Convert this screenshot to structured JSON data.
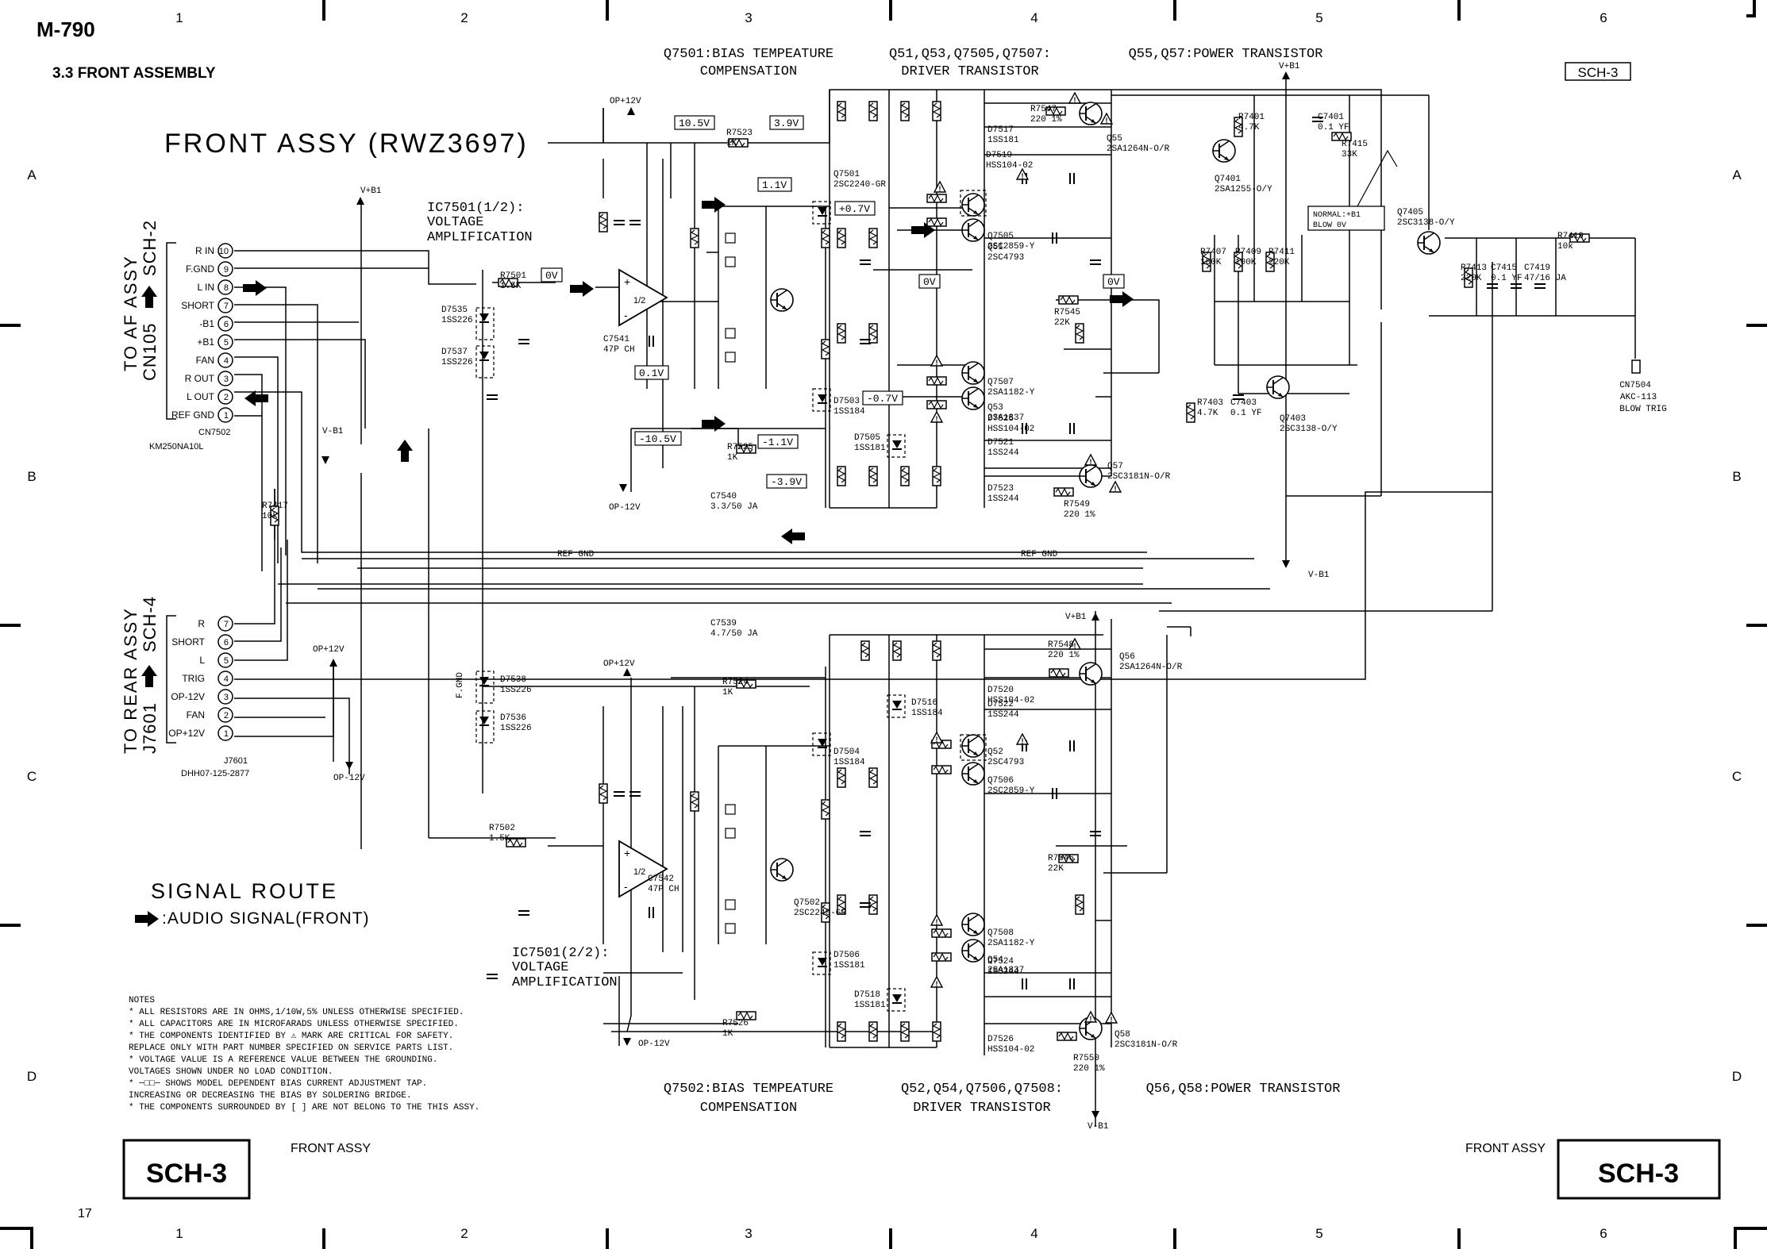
{
  "header": {
    "model": "M-790",
    "section": "3.3 FRONT ASSEMBLY",
    "sheet_tag": "SCH-3"
  },
  "grid": {
    "columns": [
      "1",
      "2",
      "3",
      "4",
      "5",
      "6"
    ],
    "rows": [
      "A",
      "B",
      "C",
      "D"
    ]
  },
  "titles": {
    "assy": "FRONT ASSY (RWZ3697)",
    "top_q7501": "Q7501:BIAS TEMPEATURE",
    "top_q7501_b": "COMPENSATION",
    "top_driver": "Q51,Q53,Q7505,Q7507:",
    "top_driver_b": "DRIVER TRANSISTOR",
    "top_power": "Q55,Q57:POWER TRANSISTOR",
    "bot_q7502": "Q7502:BIAS TEMPEATURE",
    "bot_q7502_b": "COMPENSATION",
    "bot_driver": "Q52,Q54,Q7506,Q7508:",
    "bot_driver_b": "DRIVER TRANSISTOR",
    "bot_power": "Q56,Q58:POWER TRANSISTOR",
    "ic_top": "IC7501(1/2):",
    "ic_top_b": "VOLTAGE",
    "ic_top_c": "AMPLIFICATION",
    "ic_bot": "IC7501(2/2):",
    "ic_bot_b": "VOLTAGE",
    "ic_bot_c": "AMPLIFICATION"
  },
  "connectors": {
    "af": {
      "label": "TO AF ASSY",
      "ref": "CN105",
      "sch": "SCH-2",
      "part": "CN7502",
      "model": "KM250NA10L",
      "pins": [
        {
          "num": "10",
          "name": "R IN"
        },
        {
          "num": "9",
          "name": "F.GND"
        },
        {
          "num": "8",
          "name": "L IN"
        },
        {
          "num": "7",
          "name": "SHORT"
        },
        {
          "num": "6",
          "name": "-B1"
        },
        {
          "num": "5",
          "name": "+B1"
        },
        {
          "num": "4",
          "name": "FAN"
        },
        {
          "num": "3",
          "name": "R OUT"
        },
        {
          "num": "2",
          "name": "L OUT"
        },
        {
          "num": "1",
          "name": "REF GND"
        }
      ]
    },
    "rear": {
      "label": "TO REAR ASSY",
      "ref": "J7601",
      "sch": "SCH-4",
      "part": "J7601",
      "model": "DHH07-125-2877",
      "pins": [
        {
          "num": "7",
          "name": "R"
        },
        {
          "num": "6",
          "name": "SHORT"
        },
        {
          "num": "5",
          "name": "L"
        },
        {
          "num": "4",
          "name": "TRIG"
        },
        {
          "num": "3",
          "name": "OP-12V"
        },
        {
          "num": "2",
          "name": "FAN"
        },
        {
          "num": "1",
          "name": "OP+12V"
        }
      ]
    },
    "cn7504": {
      "ref": "CN7504",
      "model": "AKC-113",
      "note": "BLOW TRIG"
    }
  },
  "rails": {
    "vb1_pos": "V+B1",
    "vb1_neg": "V-B1",
    "op_pos": "OP+12V",
    "op_neg": "OP-12V",
    "ref_gnd": "REF GND",
    "f_gnd": "F.GND"
  },
  "voltages": [
    "10.5V",
    "3.9V",
    "1.1V",
    "+0.7V",
    "0V",
    "0V",
    "0V",
    "-0.7V",
    "-10.5V",
    "-1.1V",
    "-3.9V",
    "0.1V"
  ],
  "normal_note": [
    "NORMAL:+B1",
    "BLOW 0V"
  ],
  "parts_top": [
    {
      "ref": "R7501",
      "val": "1.5K"
    },
    {
      "ref": "D7535",
      "val": "1SS226"
    },
    {
      "ref": "D7537",
      "val": "1SS226"
    },
    {
      "ref": "C7541",
      "val": "47P CH"
    },
    {
      "ref": "R7523",
      "val": "1K"
    },
    {
      "ref": "R7525",
      "val": "1K"
    },
    {
      "ref": "C7540",
      "val": "3.3/50 JA"
    },
    {
      "ref": "Q7501",
      "val": "2SC2240-GR"
    },
    {
      "ref": "D7503",
      "val": "1SS184"
    },
    {
      "ref": "D7505",
      "val": "1SS181"
    },
    {
      "ref": "D7517",
      "val": "1SS181"
    },
    {
      "ref": "D7519",
      "val": "HSS104-02"
    },
    {
      "ref": "D7521",
      "val": "1SS244"
    },
    {
      "ref": "D7523",
      "val": "1SS244"
    },
    {
      "ref": "D7525",
      "val": "HSS104-02"
    },
    {
      "ref": "Q51",
      "val": "2SC4793"
    },
    {
      "ref": "Q7505",
      "val": "2SC2859-Y"
    },
    {
      "ref": "Q7507",
      "val": "2SA1182-Y"
    },
    {
      "ref": "Q53",
      "val": "2SA1837"
    },
    {
      "ref": "Q55",
      "val": "2SA1264N-O/R"
    },
    {
      "ref": "Q57",
      "val": "2SC3181N-O/R"
    },
    {
      "ref": "R7547",
      "val": "220 1%"
    },
    {
      "ref": "R7549",
      "val": "220 1%"
    },
    {
      "ref": "R7545",
      "val": "22K"
    }
  ],
  "parts_bottom": [
    {
      "ref": "R7502",
      "val": "1.5K"
    },
    {
      "ref": "D7538",
      "val": "1SS226"
    },
    {
      "ref": "D7536",
      "val": "1SS226"
    },
    {
      "ref": "C7542",
      "val": "47P CH"
    },
    {
      "ref": "R7524",
      "val": "1K"
    },
    {
      "ref": "R7526",
      "val": "1K"
    },
    {
      "ref": "C7539",
      "val": "4.7/50 JA"
    },
    {
      "ref": "Q7502",
      "val": "2SC2240-GR"
    },
    {
      "ref": "D7504",
      "val": "1SS184"
    },
    {
      "ref": "D7506",
      "val": "1SS181"
    },
    {
      "ref": "D7518",
      "val": "1SS181"
    },
    {
      "ref": "D7516",
      "val": "1SS184"
    },
    {
      "ref": "D7520",
      "val": "HSS104-02"
    },
    {
      "ref": "D7522",
      "val": "1SS244"
    },
    {
      "ref": "D7524",
      "val": "1SS244"
    },
    {
      "ref": "D7526",
      "val": "HSS104-02"
    },
    {
      "ref": "Q52",
      "val": "2SC4793"
    },
    {
      "ref": "Q7506",
      "val": "2SC2859-Y"
    },
    {
      "ref": "Q7508",
      "val": "2SA1182-Y"
    },
    {
      "ref": "Q54",
      "val": "2SA1837"
    },
    {
      "ref": "Q56",
      "val": "2SA1264N-O/R"
    },
    {
      "ref": "Q58",
      "val": "2SC3181N-O/R"
    },
    {
      "ref": "R7548",
      "val": "220 1%"
    },
    {
      "ref": "R7550",
      "val": "220 1%"
    },
    {
      "ref": "R7546",
      "val": "22K"
    }
  ],
  "parts_right": [
    {
      "ref": "Q7401",
      "val": "2SA1255-O/Y"
    },
    {
      "ref": "R7401",
      "val": "4.7K"
    },
    {
      "ref": "C7401",
      "val": "0.1 YF"
    },
    {
      "ref": "R7415",
      "val": "33K"
    },
    {
      "ref": "Q7405",
      "val": "2SC3138-O/Y"
    },
    {
      "ref": "Q7403",
      "val": "2SC3138-O/Y"
    },
    {
      "ref": "R7407",
      "val": "100K"
    },
    {
      "ref": "R7409",
      "val": "100K"
    },
    {
      "ref": "R7411",
      "val": "220K"
    },
    {
      "ref": "R7403",
      "val": "4.7K"
    },
    {
      "ref": "C7403",
      "val": "0.1 YF"
    },
    {
      "ref": "R7413",
      "val": "220K"
    },
    {
      "ref": "C7415",
      "val": "0.1 YF"
    },
    {
      "ref": "C7419",
      "val": "47/16 JA"
    },
    {
      "ref": "R7419",
      "val": "10k"
    },
    {
      "ref": "R7417",
      "val": "10k"
    }
  ],
  "signal_route": {
    "title": "SIGNAL ROUTE",
    "item": ":AUDIO SIGNAL(FRONT)"
  },
  "notes": [
    "NOTES",
    "* ALL RESISTORS ARE IN OHMS,1/10W,5% UNLESS OTHERWISE SPECIFIED.",
    "* ALL CAPACITORS ARE IN MICROFARADS UNLESS OTHERWISE SPECIFIED.",
    "* THE COMPONENTS IDENTIFIED BY ⚠ MARK ARE CRITICAL FOR SAFETY.",
    "  REPLACE ONLY WITH PART NUMBER SPECIFIED ON SERVICE PARTS LIST.",
    "* VOLTAGE VALUE IS A REFERENCE VALUE BETWEEN THE GROUNDING.",
    "  VOLTAGES SHOWN UNDER NO LOAD CONDITION.",
    "* ─□□─ SHOWS MODEL DEPENDENT BIAS CURRENT ADJUSTMENT TAP.",
    "  INCREASING OR DECREASING THE BIAS BY SOLDERING BRIDGE.",
    "* THE COMPONENTS SURROUNDED BY [ ] ARE NOT BELONG TO THE THIS ASSY."
  ],
  "footer": {
    "left_box": "SCH-3",
    "left_label": "FRONT ASSY",
    "right_box": "SCH-3",
    "right_label": "FRONT ASSY",
    "page": "17"
  }
}
